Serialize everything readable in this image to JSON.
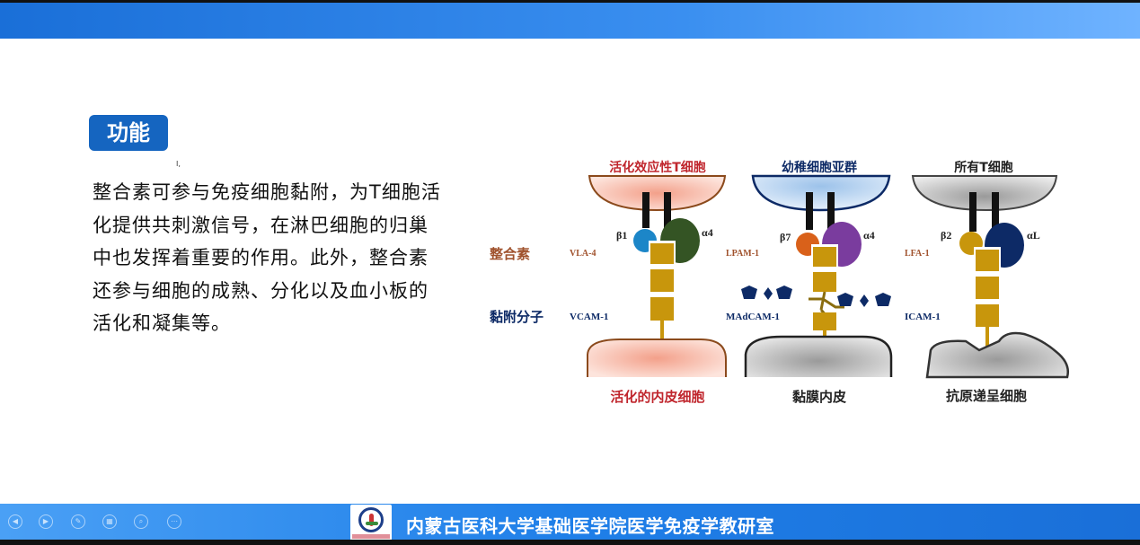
{
  "slide": {
    "section_badge": "功能",
    "body_text": "整合素可参与免疫细胞黏附，为T细胞活化提供共刺激信号，在淋巴细胞的归巢中也发挥着重要的作用。此外，整合素还参与细胞的成熟、分化以及血小板的活化和凝集等。",
    "cursor_mark": "I,"
  },
  "diagram": {
    "row_labels": {
      "integrin": "整合素",
      "adhesion": "黏附分子"
    },
    "columns": [
      {
        "top_cell": "活化效应性T细胞",
        "bottom_cell": "活化的内皮细胞",
        "beta": "β1",
        "alpha": "α4",
        "integrin": "VLA-4",
        "ligand": "VCAM-1"
      },
      {
        "top_cell": "幼稚细胞亚群",
        "bottom_cell": "黏膜内皮",
        "beta": "β7",
        "alpha": "α4",
        "integrin": "LPAM-1",
        "ligand": "MAdCAM-1"
      },
      {
        "top_cell": "所有T细胞",
        "bottom_cell": "抗原递呈细胞",
        "beta": "β2",
        "alpha": "αL",
        "integrin": "LFA-1",
        "ligand": "ICAM-1"
      }
    ],
    "colors": {
      "gold": "#c8960c",
      "red_label": "#c0262d",
      "navy": "#0d2a66",
      "brown_label": "#a0522d"
    }
  },
  "footer": {
    "institution": "内蒙古医科大学基础医学院医学免疫学教研室",
    "controls": [
      "previous",
      "next",
      "pen",
      "slides",
      "zoom",
      "more"
    ]
  }
}
